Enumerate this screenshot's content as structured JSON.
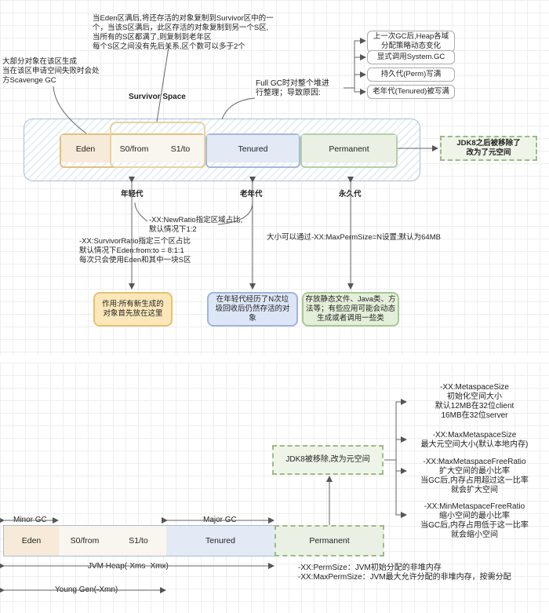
{
  "top": {
    "eden_note": "大部分对象在该区生成\n当在该区申请空间失败时会处\n方Scavenge GC",
    "survivor_note": "当Eden区满后,将还存活的对象复制到Survivor区中的一\n个，当该S区满后，此区存活的对象复制到另一个S区,\n当所有的S区都满了,则复制到老年区\n每个S区之间没有先后关系,区个数可以多于2个",
    "survivor_space": "Survivor Space",
    "fullgc": "Full GC时对整个堆进\n行整理；导致原因:",
    "causes": [
      "上一次GC后,Heap各域\n分配策略动态变化",
      "显式调用System.GC",
      "持久代(Perm)写满",
      "老年代(Tenured)被写满"
    ],
    "segments": {
      "eden": "Eden",
      "s0": "S0/from",
      "s1": "S1/to",
      "tenured": "Tenured",
      "permanent": "Permanent"
    },
    "jdk8": "JDK8之后被移除了\n改为了元空间",
    "young_label": "年轻代",
    "old_label": "老年代",
    "perm_label": "永久代",
    "newratio": "-XX:NewRatio指定区域占比,\n默认情况下1:2",
    "survivor_ratio": "-XX:SurvivorRatio指定三个区占比\n默认情况下Eden:from:to = 8:1:1\n每次只会使用Eden和其中一块S区",
    "maxperm": "大小可以通过-XX:MaxPermSize=N设置;默认为64MB",
    "young_box": "作用:所有新生成的\n对象首先放在这里",
    "old_box": "在年轻代经历了N次垃\n圾回收后仍然存活的对\n象",
    "perm_box": "存放静态文件、Java类、方\n法等；有些应用可能会动态\n生成或者调用一些类"
  },
  "bottom": {
    "metaspace_box": "JDK8被移除,改为元空间",
    "opts": [
      "-XX:MetaspaceSize\n初始化空间大小\n默认12MB在32位client\n16MB在32位server",
      "-XX:MaxMetaspaceSize\n最大元空间大小(默认本地内存)",
      "-XX:MaxMetaspaceFreeRatio\n扩大空间的最小比率\n当GC后,内存占用超过这一比率\n就会扩大空间",
      "-XX:MinMetaspaceFreeRatio\n缩小空间的最小比率\n当GC后,内存占用低于这一比率\n就会缩小空间"
    ],
    "minor_gc": "Minor GC",
    "major_gc": "Major GC",
    "segments": {
      "eden": "Eden",
      "s0": "S0/from",
      "s1": "S1/to",
      "tenured": "Tenured",
      "permanent": "Permanent"
    },
    "jvm_heap": "JVM Heap(-Xms -Xmx)",
    "young_gen": "Young Gen(-Xmn)",
    "permsize": "-XX:PermSize：JVM初始分配的非堆内存\n-XX:MaxPermSize：JVM最大允许分配的非堆内存，按需分配"
  }
}
